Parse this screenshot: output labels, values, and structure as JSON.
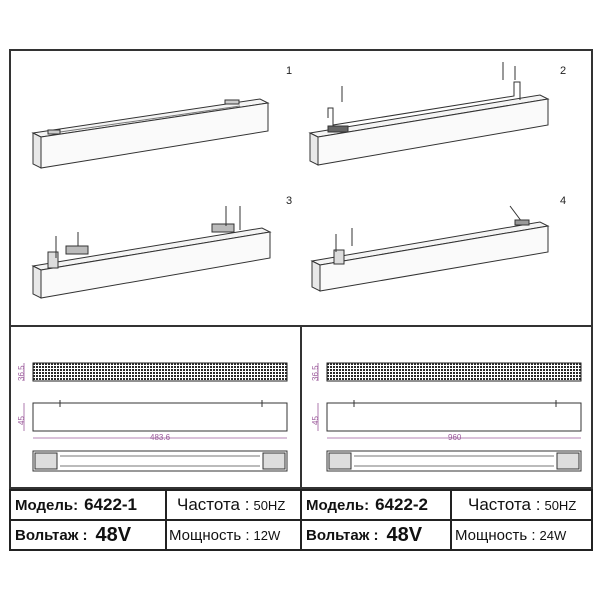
{
  "installation": {
    "steps": [
      "1",
      "2",
      "3",
      "4"
    ]
  },
  "products": [
    {
      "dim_height": "36.5",
      "dim_depth": "45",
      "dim_length": "483.6",
      "model_label": "Модель:",
      "model_value": "6422-1",
      "freq_label": "Частота :",
      "freq_value": "50HZ",
      "volt_label": "Вольтаж :",
      "volt_value": "48V",
      "power_label": "Мощность :",
      "power_value": "12W"
    },
    {
      "dim_height": "36.5",
      "dim_depth": "45",
      "dim_length": "960",
      "model_label": "Модель:",
      "model_value": "6422-2",
      "freq_label": "Частота :",
      "freq_value": "50HZ",
      "volt_label": "Вольтаж :",
      "volt_value": "48V",
      "power_label": "Мощность :",
      "power_value": "24W"
    }
  ],
  "colors": {
    "border": "#333333",
    "dimension": "#9b5a9b",
    "grille": "#2a2a2a"
  }
}
